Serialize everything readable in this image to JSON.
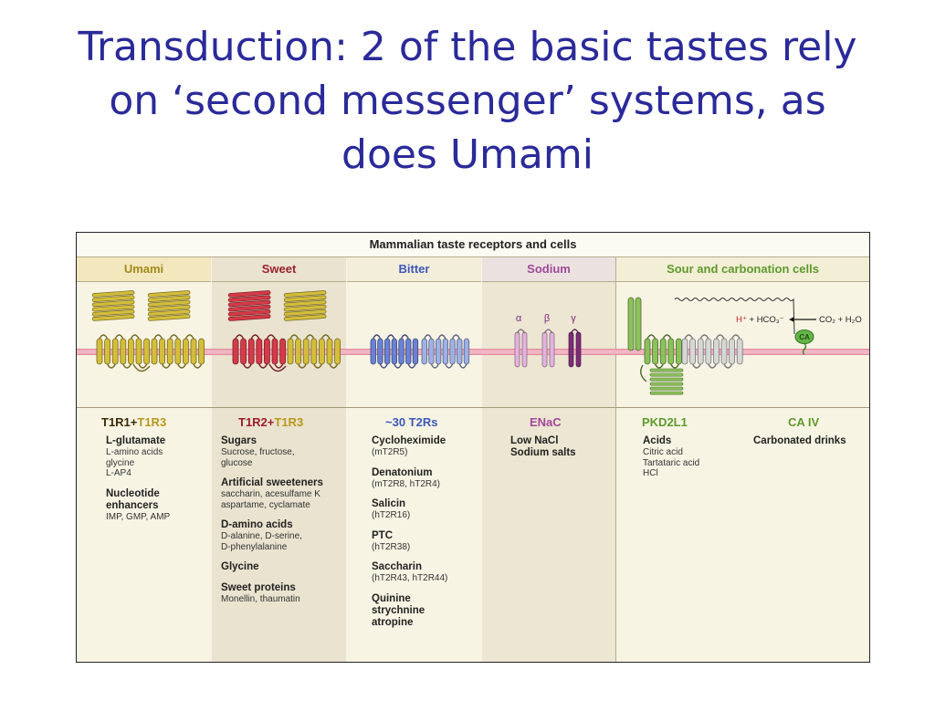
{
  "slide": {
    "title_lines": [
      "Transduction: 2 of the basic tastes rely",
      "on ‘second messenger’ systems, as",
      "does Umami"
    ]
  },
  "figure": {
    "header": "Mammalian taste receptors and cells",
    "columns": [
      {
        "label": "Umami",
        "color": "#a38a1a"
      },
      {
        "label": "Sweet",
        "color": "#9a1f2e"
      },
      {
        "label": "Bitter",
        "color": "#3c58b8"
      },
      {
        "label": "Sodium",
        "color": "#a2479b"
      },
      {
        "label": "Sour and carbonation cells",
        "color": "#5e9a2c"
      }
    ],
    "receptors": {
      "umami": {
        "a": "T1R1",
        "plus": "+",
        "b": "T1R3"
      },
      "sweet": {
        "a": "T1R2",
        "plus": "+",
        "b": "T1R3"
      },
      "bitter": "~30 T2Rs",
      "sodium": "ENaC",
      "sour": "PKD2L1",
      "carbonation": "CA IV"
    },
    "greek": {
      "alpha": "α",
      "beta": "β",
      "gamma": "γ"
    },
    "reaction": {
      "left": "H⁺ + HCO₃⁻",
      "right": "CO₂ + H₂O",
      "enzyme": "CA"
    },
    "lists": {
      "umami": [
        {
          "name": "L-glutamate",
          "detail": "L-amino acids\nglycine\nL-AP4"
        },
        {
          "name": "Nucleotide\nenhancers",
          "detail": "IMP, GMP, AMP"
        }
      ],
      "sweet": [
        {
          "name": "Sugars",
          "detail": "Sucrose, fructose,\nglucose"
        },
        {
          "name": "Artificial sweeteners",
          "detail": "saccharin, acesulfame K\naspartame, cyclamate"
        },
        {
          "name": "D-amino acids",
          "detail": "D-alanine, D-serine,\nD-phenylalanine"
        },
        {
          "name": "Glycine",
          "detail": ""
        },
        {
          "name": "Sweet proteins",
          "detail": "Monellin, thaumatin"
        }
      ],
      "bitter": [
        {
          "name": "Cycloheximide",
          "detail": "(mT2R5)"
        },
        {
          "name": "Denatonium",
          "detail": "(mT2R8, hT2R4)"
        },
        {
          "name": "Salicin",
          "detail": "(hT2R16)"
        },
        {
          "name": "PTC",
          "detail": "(hT2R38)"
        },
        {
          "name": "Saccharin",
          "detail": "(hT2R43, hT2R44)"
        },
        {
          "name": "Quinine\nstrychnine\natropine",
          "detail": ""
        }
      ],
      "sodium": [
        {
          "name": "Low NaCl\nSodium salts",
          "detail": ""
        }
      ],
      "sour": [
        {
          "name": "Acids",
          "detail": "Citric acid\nTartataric acid\nHCl"
        }
      ],
      "carbonation": [
        {
          "name": "Carbonated drinks",
          "detail": ""
        }
      ]
    },
    "colors": {
      "umami": "#d4bd3a",
      "sweet": "#d63a48",
      "bitter": "#6a82d6",
      "bitter_light": "#9eb0e6",
      "sodium": "#e3b3de",
      "sodium_dark": "#7e2c78",
      "sour": "#8cc25a",
      "grey": "#d7d7d7",
      "membrane": "#f2b6c4"
    }
  }
}
